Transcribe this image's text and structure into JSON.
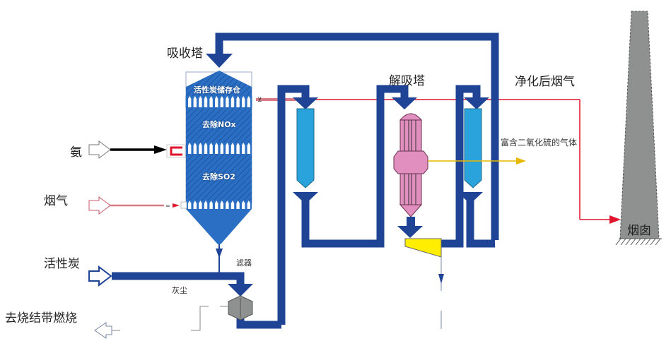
{
  "title": "活性炭法烟气脱硫脱硝工艺流程图",
  "labels": {
    "absorber": "吸收塔",
    "desorber": "解吸塔",
    "clean_gas": "净化后烟气",
    "rich_so2_gas": "富含二氧化硫的气体",
    "chimney": "烟囱",
    "ammonia": "氨",
    "flue_gas": "烟气",
    "activated_carbon": "活性炭",
    "filter": "滤器",
    "dust": "灰尘",
    "to_sinter_burn": "去烧结带燃烧"
  },
  "absorber_sections": {
    "storage": "活性炭储存仓",
    "denox": "去除NOx",
    "deso2": "去除SO2"
  },
  "colors": {
    "pipe_blue": "#1f4496",
    "tower_blue": "#2b6fc4",
    "hopper_cyan": "#2aa3dd",
    "desorber_pink": "#e08fbf",
    "flue_red": "#e0142b",
    "so2_yellow": "#e6b800",
    "chimney_gray": "#8f9090",
    "conveyor_yellow": "#ffee00"
  }
}
